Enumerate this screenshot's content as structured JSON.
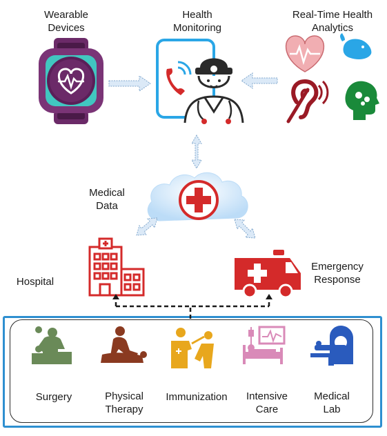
{
  "top": {
    "wearable_label": "Wearable\nDevices",
    "monitoring_label": "Health\nMonitoring",
    "analytics_label": "Real-Time Health\nAnalytics"
  },
  "middle": {
    "medical_data_label": "Medical\nData",
    "hospital_label": "Hospital",
    "emergency_label": "Emergency\nResponse"
  },
  "services": [
    {
      "label": "Surgery",
      "color": "#6a8a58"
    },
    {
      "label": "Physical\nTherapy",
      "color": "#8a3a20"
    },
    {
      "label": "Immunization",
      "color": "#e8a71d"
    },
    {
      "label": "Intensive\nCare",
      "color": "#d98ab8"
    },
    {
      "label": "Medical\nLab",
      "color": "#2a5bbd"
    }
  ],
  "colors": {
    "watch_purple": "#6b2a68",
    "watch_teal": "#41c6c0",
    "monitor_blue": "#2aa6e6",
    "red_accent": "#d42a2a",
    "cloud_blue": "#cfe6fa",
    "frame_blue": "#2e8fd0",
    "heart_pink": "#f1aeb2",
    "whale_blue": "#2aa6e6",
    "ear_red": "#9a1a25",
    "brain_green": "#1a8a3a"
  }
}
